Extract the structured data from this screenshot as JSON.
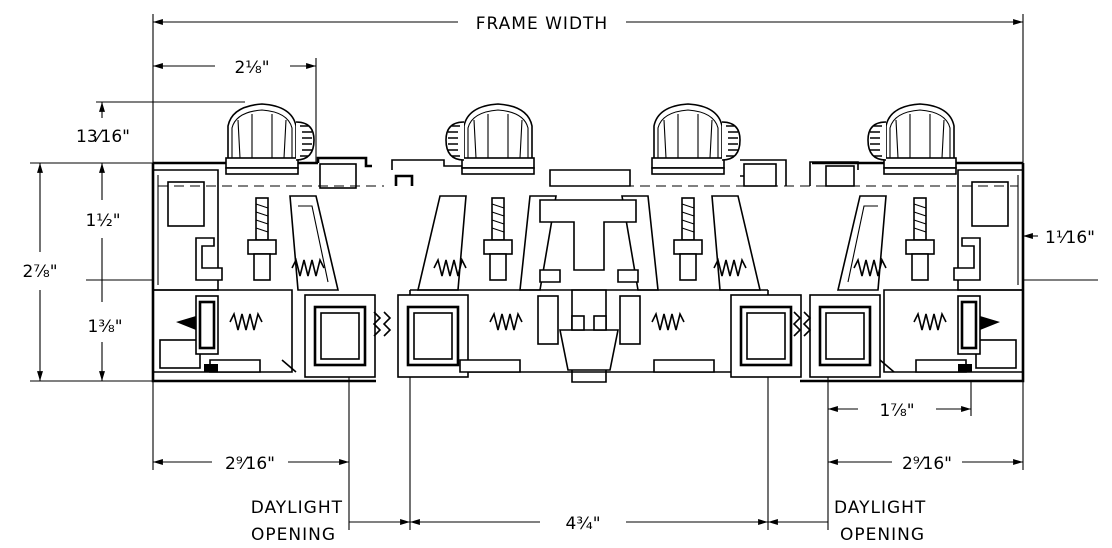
{
  "dimensions": {
    "frame_width": "FRAME WIDTH",
    "top_left_offset": "2⅛\"",
    "cap_height": "13⁄16\"",
    "frame_depth": "2⅞\"",
    "upper_depth": "1½\"",
    "lower_depth": "1⅜\"",
    "right_offset": "1⅟16\"",
    "left_sightline": "2⁹⁄16\"",
    "right_sightline": "2⁹⁄16\"",
    "mullion_width": "4¾\"",
    "right_inner": "1⅞\""
  },
  "labels": {
    "daylight_left_line1": "DAYLIGHT",
    "daylight_left_line2": "OPENING",
    "daylight_right_line1": "DAYLIGHT",
    "daylight_right_line2": "OPENING"
  }
}
